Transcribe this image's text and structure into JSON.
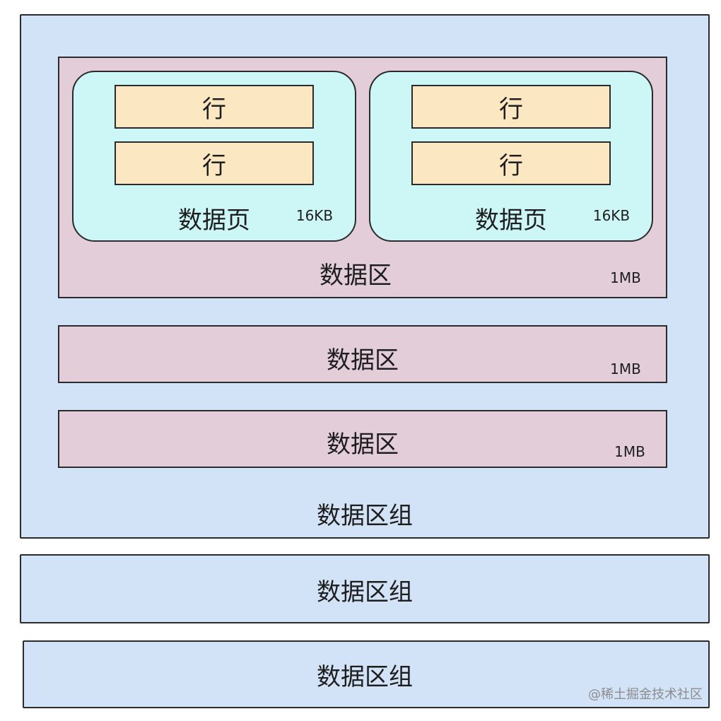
{
  "labels": {
    "row": "行",
    "page": "数据页",
    "page_size": "16KB",
    "area": "数据区",
    "area_size": "1MB",
    "group": "数据区组"
  },
  "watermark": "@稀土掘金技术社区"
}
